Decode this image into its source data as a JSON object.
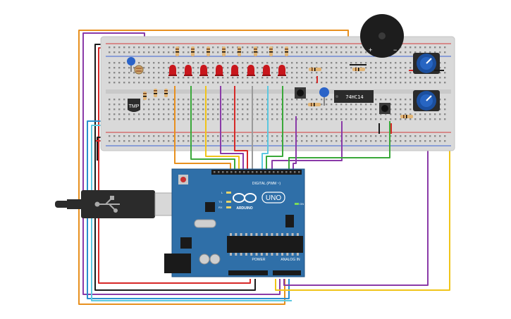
{
  "colors": {
    "background": "#ffffff",
    "breadboard": "#d9d9d9",
    "breadboard_rail_red": "#d43a3a",
    "breadboard_rail_blue": "#3a64d4",
    "arduino_board": "#2f6fa8",
    "wire_red": "#d62828",
    "wire_black": "#1a1a1a",
    "wire_orange": "#e8901e",
    "wire_green": "#3aa83a",
    "wire_yellow": "#f0c419",
    "wire_purple": "#8a3aa8",
    "wire_blue": "#2a8fd0",
    "wire_cyan": "#5cc8e0",
    "wire_gray": "#9a9a9a",
    "led_red": "#c8161c",
    "potentiometer_blue": "#1b4f9e"
  },
  "chip": {
    "label": "74HC14"
  },
  "temp_sensor": {
    "label": "TMP"
  },
  "arduino": {
    "logo_text": "ARDUINO",
    "model": "UNO",
    "digital_label": "DIGITAL (PWM ~)",
    "power_label": "POWER",
    "analog_label": "ANALOG IN",
    "on_label": "ON",
    "led_labels": [
      "L",
      "TX",
      "RX"
    ]
  },
  "buzzer": {
    "plus": "+",
    "minus": "−"
  },
  "icons": {
    "usb": "usb-icon"
  }
}
